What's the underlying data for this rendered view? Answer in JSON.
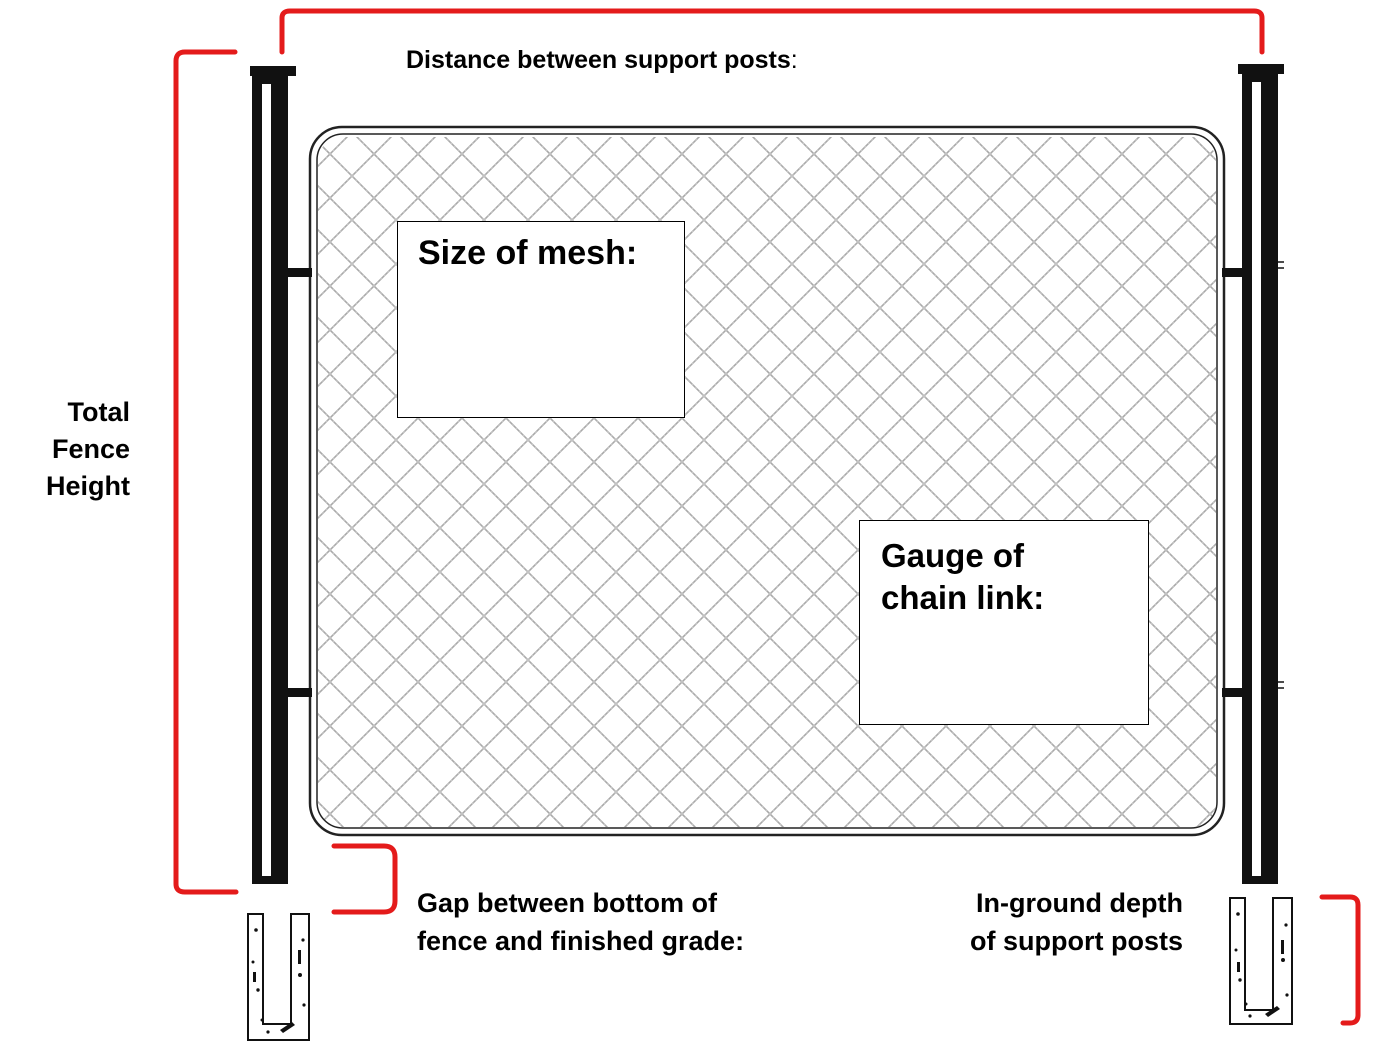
{
  "labels": {
    "distance_between_posts": "Distance between support posts",
    "distance_colon": ":",
    "total_height_line1": "Total",
    "total_height_line2": "Fence",
    "total_height_line3": "Height",
    "size_of_mesh": "Size of mesh:",
    "gauge_line1": "Gauge of",
    "gauge_line2": "chain link:",
    "gap_line1": "Gap between bottom of",
    "gap_line2": "fence and finished grade:",
    "depth_line1": "In-ground depth",
    "depth_line2": "of support posts"
  },
  "colors": {
    "bracket": "#e41b1b",
    "post": "#111111",
    "mesh": "#a8a8a8",
    "frame": "#222222"
  },
  "icons": [
    "left-post-icon",
    "right-post-icon",
    "concrete-footing-icon",
    "chain-link-mesh-icon"
  ]
}
